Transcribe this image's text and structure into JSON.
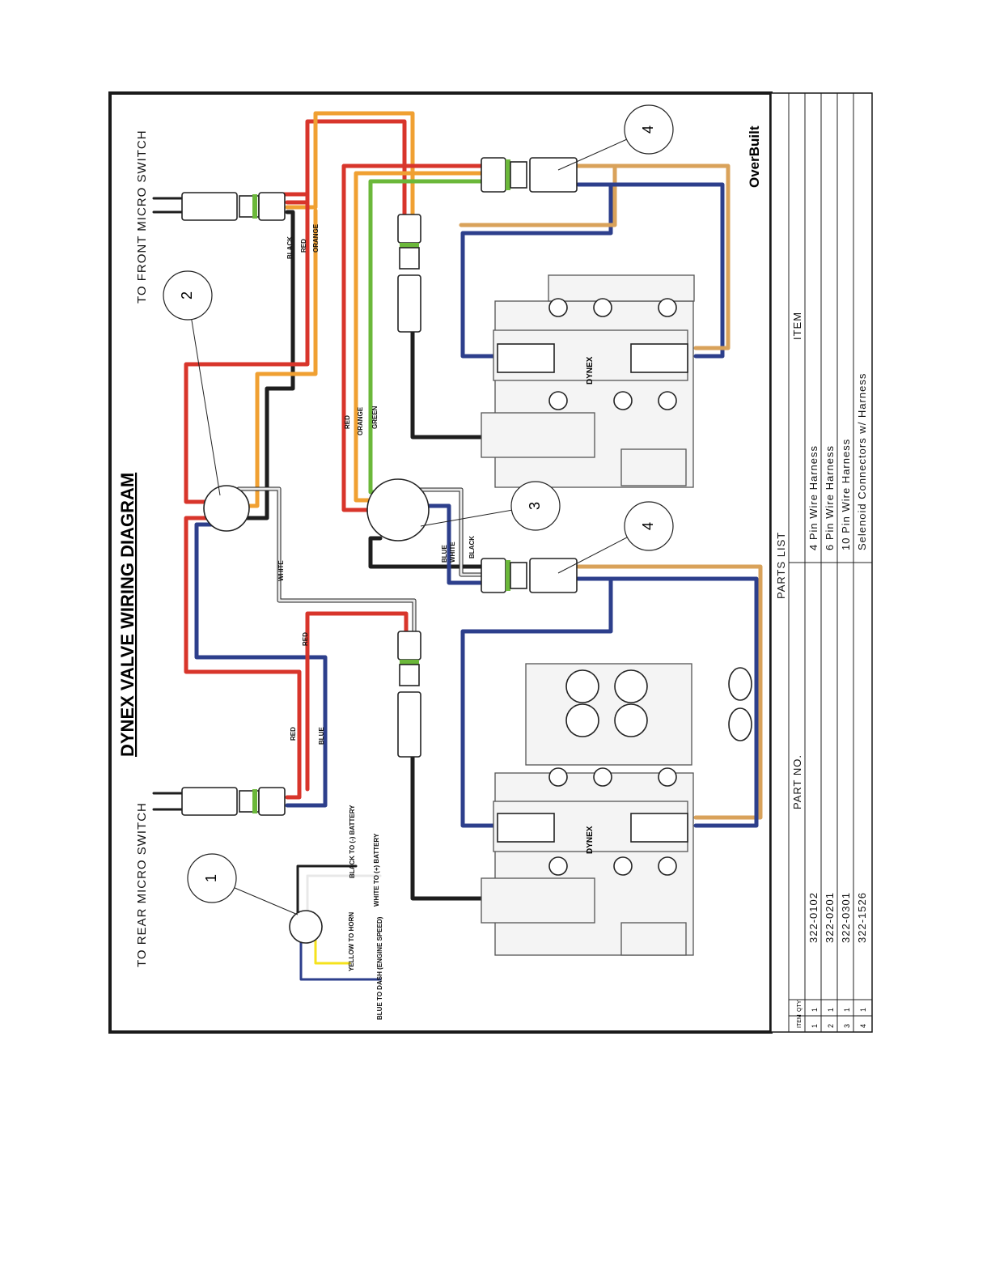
{
  "diagram": {
    "title": "DYNEX VALVE WIRING DIAGRAM",
    "brand": "OverBuilt",
    "valve_brand": "DYNEX",
    "labels": {
      "front_switch": "TO FRONT MICRO SWITCH",
      "rear_switch": "TO REAR MICRO SWITCH"
    },
    "callouts": [
      "1",
      "2",
      "3",
      "4",
      "4"
    ],
    "wire_labels": {
      "black_front": "BLACK",
      "red_front": "RED",
      "orange_front": "ORANGE",
      "red_mid": "RED",
      "orange_mid": "ORANGE",
      "green_mid": "GREEN",
      "white": "WHITE",
      "red_rear_a": "RED",
      "red_rear_b": "RED",
      "blue_rear": "BLUE",
      "black_battery": "BLACK TO (-) BATTERY",
      "white_battery": "WHITE TO (+) BATTERY",
      "yellow_horn": "YELLOW TO HORN",
      "blue_dash": "BLUE TO DASH (ENGINE SPEED)",
      "blue_v": "BLUE",
      "white_v": "WHITE",
      "black_v": "BLACK"
    },
    "colors": {
      "red": "#d8352b",
      "orange": "#f0a032",
      "green": "#6bb83a",
      "blue": "#2d3f8c",
      "black": "#1e1e1e",
      "white": "#e8e8e8",
      "yellow": "#f5e21c",
      "tan": "#d9a25a"
    }
  },
  "parts_list": {
    "title": "PARTS LIST",
    "headers": {
      "item_no": "ITEM",
      "qty": "QTY",
      "part_no": "PART NO.",
      "item": "ITEM"
    },
    "rows": [
      {
        "item_no": "1",
        "qty": "1",
        "part_no": "322-0102",
        "item": "4 Pin Wire Harness"
      },
      {
        "item_no": "2",
        "qty": "1",
        "part_no": "322-0201",
        "item": "6 Pin Wire Harness"
      },
      {
        "item_no": "3",
        "qty": "1",
        "part_no": "322-0301",
        "item": "10 Pin Wire Harness"
      },
      {
        "item_no": "4",
        "qty": "1",
        "part_no": "322-1526",
        "item": "Selenoid Connectors w/ Harness"
      }
    ]
  }
}
